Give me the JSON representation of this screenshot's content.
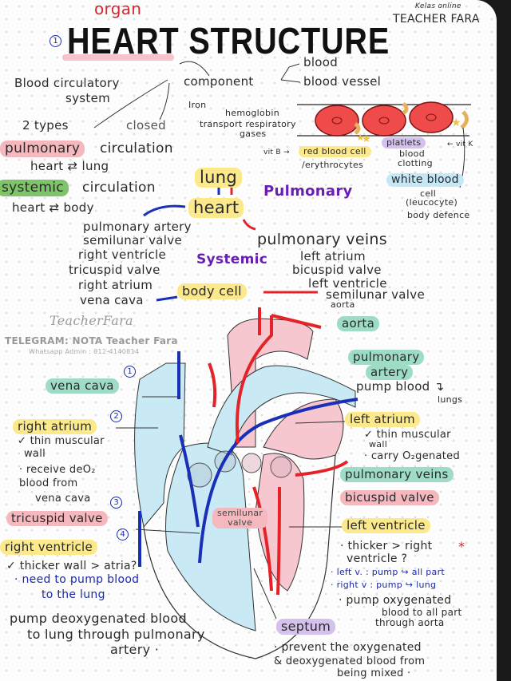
{
  "header": {
    "organ": "organ",
    "num": "1",
    "title": "HEART STRUCTURE",
    "kelas": "Kelas online",
    "teacher": "TEACHER FARA"
  },
  "overview": {
    "blood_circ": "Blood circulatory",
    "system": "system",
    "component": "component",
    "blood": "blood",
    "blood_vessel": "blood vessel",
    "two_types": "2 types",
    "closed": "closed",
    "iron": "Iron",
    "hemoglobin": "hemoglobin",
    "transport": "transport respiratory",
    "gases": "gases",
    "vitb": "vit B →",
    "rbc": "red blood cell",
    "erythrocytes": "/erythrocytes",
    "platlets": "platlets",
    "blood2": "blood",
    "clotting": "clotting",
    "vitk": "← vit K",
    "wbc": "white blood",
    "cell": "cell",
    "leucocyte": "(leucocyte)",
    "body_defence": "body defence"
  },
  "circulation": {
    "pulmonary": "pulmonary",
    "circulation": "circulation",
    "heart_lung": "heart ⇄ lung",
    "systemic": "systemic",
    "circulation2": "circulation",
    "heart_body": "heart ⇄ body"
  },
  "flow": {
    "lung": "lung",
    "heart": "heart",
    "pulmonary": "Pulmonary",
    "systemic": "Systemic",
    "body_cell": "body cell",
    "left_list": [
      "pulmonary artery",
      "semilunar valve",
      "right ventricle",
      "tricuspid valve",
      "right atrium",
      "vena cava"
    ],
    "right_list": [
      "pulmonary veins",
      "left atrium",
      "bicuspid valve",
      "left ventricle",
      "semilunar valve",
      "aorta"
    ]
  },
  "watermark": {
    "signature": "TeacherFara",
    "telegram": "TELEGRAM: NOTA Teacher Fara",
    "whatsapp": "Whatsapp Admin : 012-4140814"
  },
  "labels": {
    "aorta": "aorta",
    "pulm_artery1": "pulmonary",
    "pulm_artery2": "artery",
    "pump_blood": "pump blood ↴",
    "lungs": "lungs",
    "vena_cava": "vena cava",
    "n1": "1",
    "left_atrium": "left atrium",
    "right_atrium": "right atrium",
    "n2": "2",
    "ra_notes": [
      "✓ thin muscular",
      "wall",
      "· receive deO₂",
      "blood from",
      "vena cava"
    ],
    "n3": "3",
    "la_notes": [
      "✓ thin muscular",
      "wall",
      "· carry O₂genated"
    ],
    "pulm_veins": "pulmonary veins",
    "bicuspid": "bicuspid valve",
    "tricuspid": "tricuspid valve",
    "n4": "4",
    "semilunar1": "semilunar",
    "semilunar2": "valve",
    "left_ventricle": "left ventricle",
    "right_ventricle": "right ventricle",
    "lv_notes": [
      "· thicker > right",
      "ventricle ?",
      "· left v. : pump ↪ all part",
      "· right v : pump ↪ lung",
      "· pump oxygenated",
      "blood to all part",
      "through aorta"
    ],
    "lv_star": "*",
    "rv_notes": [
      "✓ thicker wall > atria?",
      "· need to pump blood",
      "to the lung"
    ],
    "rv_pump": [
      "pump deoxygenated blood",
      "to lung through pulmonary",
      "artery ·"
    ],
    "septum": "septum",
    "septum_notes": [
      "· prevent the oxygenated",
      "& deoxygenated blood from",
      "being mixed ·"
    ]
  },
  "colors": {
    "oxygenated": "#e52227",
    "deoxygenated": "#1a2fb8",
    "right_side": "#c9eaf5",
    "left_side": "#f7c7d0"
  }
}
